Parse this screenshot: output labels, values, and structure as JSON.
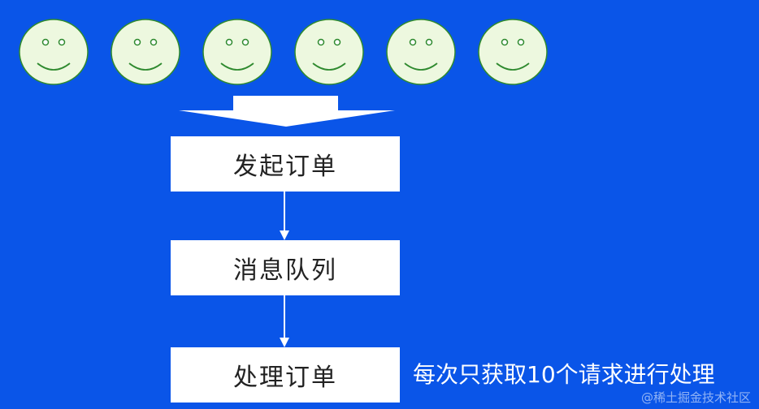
{
  "faces": [
    {
      "name": "smiley-face-1"
    },
    {
      "name": "smiley-face-2"
    },
    {
      "name": "smiley-face-3"
    },
    {
      "name": "smiley-face-4"
    },
    {
      "name": "smiley-face-5"
    },
    {
      "name": "smiley-face-6"
    }
  ],
  "colors": {
    "background": "#0a55e8",
    "face_fill": "#edf8df",
    "face_stroke": "#2f8a2f",
    "box_fill": "#ffffff",
    "arrow": "#ffffff"
  },
  "steps": {
    "create_order": "发起订单",
    "message_queue": "消息队列",
    "process_order": "处理订单"
  },
  "note": "每次只获取10个请求进行处理",
  "watermark": "@稀土掘金技术社区"
}
